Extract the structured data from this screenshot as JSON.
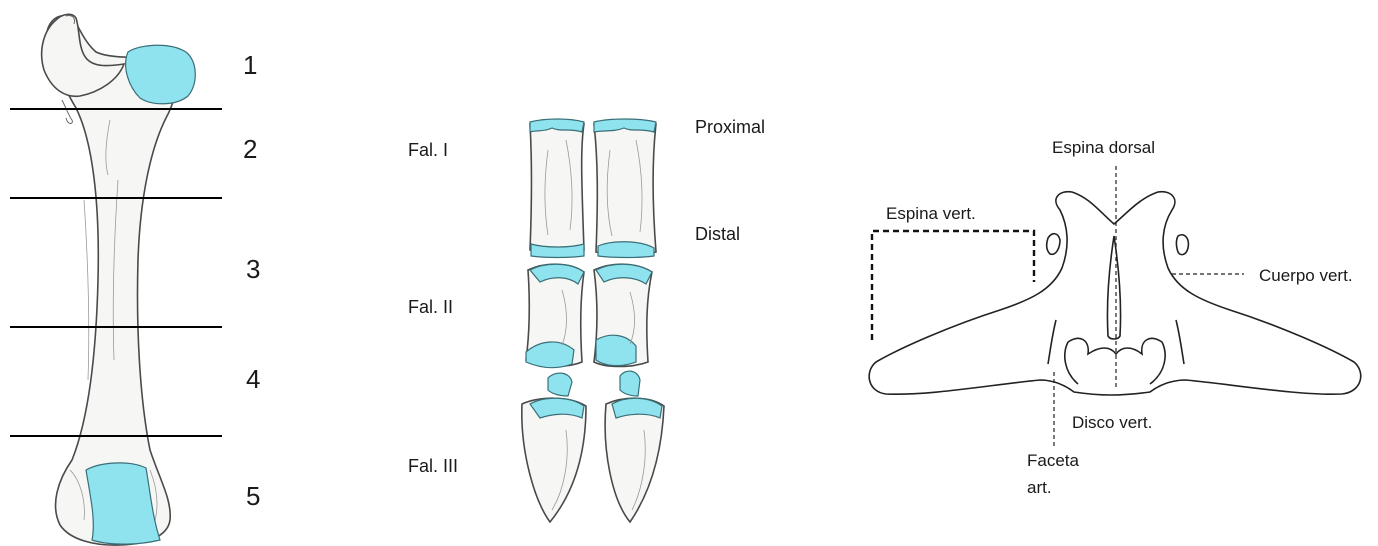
{
  "colors": {
    "cartilage": "#8ee3ef",
    "bone": "#f6f6f4",
    "line": "#000000"
  },
  "femur": {
    "zones": [
      "1",
      "2",
      "3",
      "4",
      "5"
    ]
  },
  "phalanges": {
    "labels": [
      "Fal. I",
      "Fal. II",
      "Fal. III"
    ],
    "proximal": "Proximal",
    "distal": "Distal"
  },
  "vertebra": {
    "espina_dorsal": "Espina dorsal",
    "espina_vert": "Espina vert.",
    "cuerpo_vert": "Cuerpo vert.",
    "disco_vert": "Disco vert.",
    "faceta_art_1": "Faceta",
    "faceta_art_2": "art."
  }
}
